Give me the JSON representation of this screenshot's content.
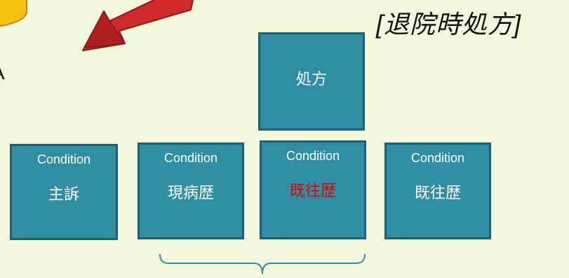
{
  "header": {
    "title": "[退院時処方]"
  },
  "diagram": {
    "prescription": {
      "label": "処方"
    },
    "conditions": [
      {
        "tag": "Condition",
        "label": "主訴",
        "highlight": false
      },
      {
        "tag": "Condition",
        "label": "現病歴",
        "highlight": false
      },
      {
        "tag": "Condition",
        "label": "既往歴",
        "highlight": true
      },
      {
        "tag": "Condition",
        "label": "既往歴",
        "highlight": false
      }
    ],
    "stray_letter": "A"
  },
  "colors": {
    "background": "#f1f7da",
    "box_fill": "#2f8ea3",
    "box_border": "#1d5f73",
    "box_text": "#ffffff",
    "highlight_text": "#e30000",
    "arrow_red": "#cf2a2a",
    "circle_yellow": "#f7c114",
    "brace": "#2f8ea3"
  }
}
